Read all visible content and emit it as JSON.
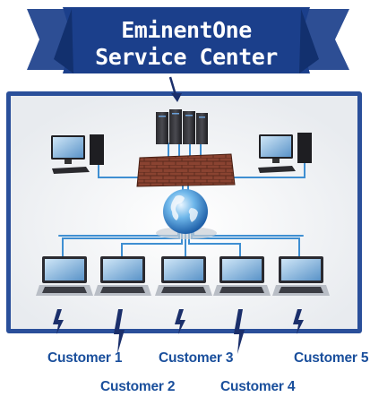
{
  "banner": {
    "line1": "EminentOne",
    "line2": "Service Center"
  },
  "nodes": {
    "servers": [
      {
        "id": "server-rack"
      }
    ],
    "workstations": [
      {
        "id": "workstation-left"
      },
      {
        "id": "workstation-right"
      }
    ],
    "hub": {
      "id": "globe-hub"
    },
    "firewall": {
      "id": "firewall"
    }
  },
  "customers": [
    {
      "label": "Customer 1"
    },
    {
      "label": "Customer 2"
    },
    {
      "label": "Customer 3"
    },
    {
      "label": "Customer 4"
    },
    {
      "label": "Customer 5"
    }
  ],
  "colors": {
    "banner": "#1b3f8b",
    "frame": "#2a4f9a",
    "cable": "#3f8fd2",
    "label": "#1a4f9c",
    "bolt": "#1b2f6b",
    "brick": "#7a3b2a"
  },
  "icons": {
    "server": "server-rack-icon",
    "monitor": "desktop-monitor-icon",
    "laptop": "laptop-icon",
    "globe": "globe-icon",
    "firewall": "brick-wall-icon",
    "lightning": "lightning-bolt-icon"
  }
}
